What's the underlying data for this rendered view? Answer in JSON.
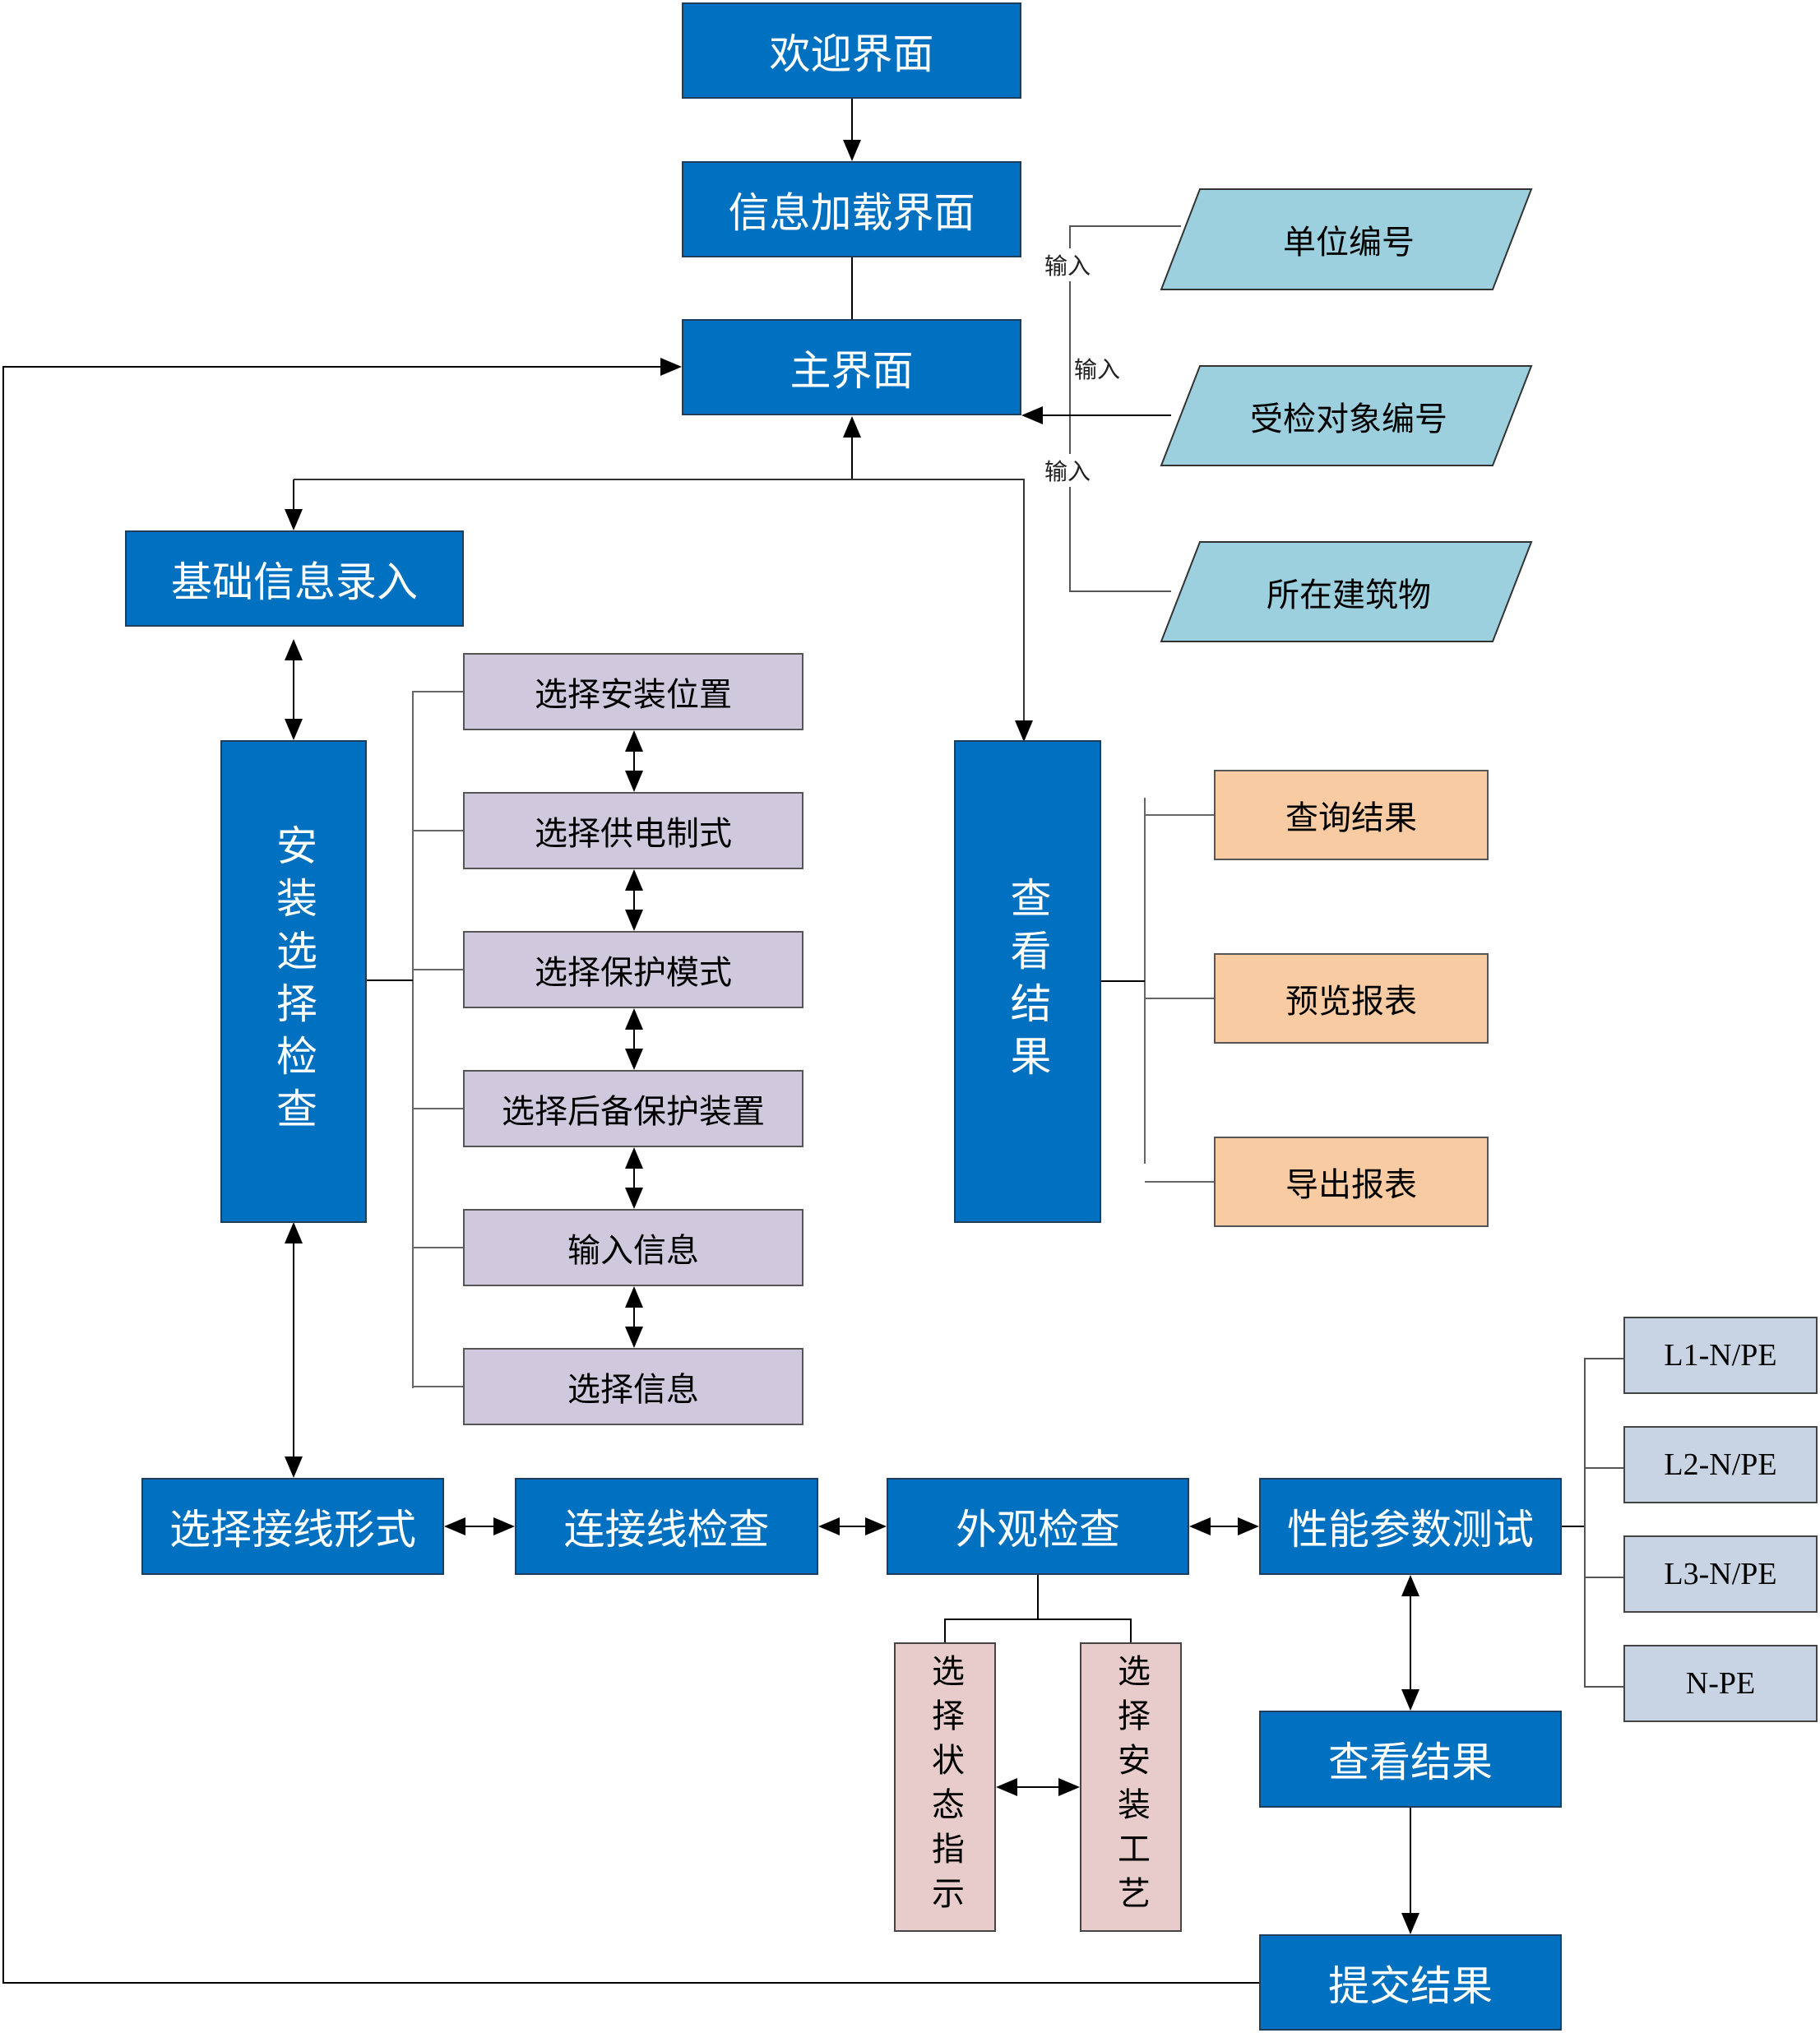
{
  "colors": {
    "primary_box": "#0070C0",
    "input_parallelogram": "#9DD0DE",
    "install_sub_box": "#D0C8DD",
    "result_sub_box": "#F8CBA3",
    "appearance_sub_box": "#E8CBCB",
    "test_sub_box": "#C8D4E3",
    "line": "#000000"
  },
  "nodes": {
    "welcome": "欢迎界面",
    "loading": "信息加载界面",
    "main": "主界面",
    "basic_info": "基础信息录入",
    "install_check": "安装选择检查",
    "view_results_top": "查看结果",
    "wiring_form": "选择接线形式",
    "connection_check": "连接线检查",
    "appearance_check": "外观检查",
    "performance_test": "性能参数测试",
    "view_results_bottom": "查看结果",
    "submit_results": "提交结果"
  },
  "inputs": {
    "label": "输入",
    "items": [
      "单位编号",
      "受检对象编号",
      "所在建筑物"
    ]
  },
  "install_steps": [
    "选择安装位置",
    "选择供电制式",
    "选择保护模式",
    "选择后备保护装置",
    "输入信息",
    "选择信息"
  ],
  "result_actions": [
    "查询结果",
    "预览报表",
    "导出报表"
  ],
  "appearance_steps": [
    "选择状态指示",
    "选择安装工艺"
  ],
  "test_items": [
    "L1-N/PE",
    "L2-N/PE",
    "L3-N/PE",
    "N-PE"
  ]
}
